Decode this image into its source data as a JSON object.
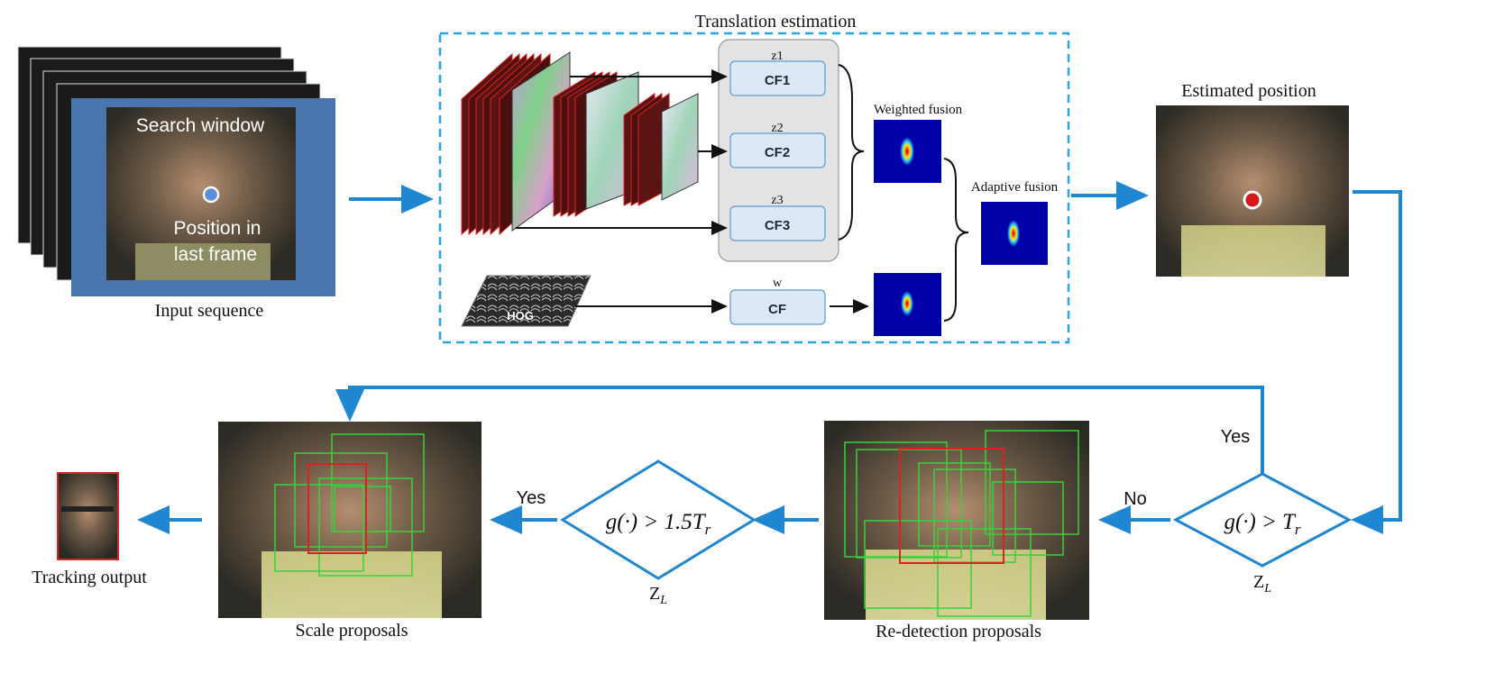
{
  "input": {
    "caption": "Input sequence",
    "search_window_label": "Search window",
    "position_label_line1": "Position in",
    "position_label_line2": "last frame"
  },
  "translation": {
    "title": "Translation estimation",
    "filters": [
      {
        "z": "z1",
        "label": "CF1"
      },
      {
        "z": "z2",
        "label": "CF2"
      },
      {
        "z": "z3",
        "label": "CF3"
      }
    ],
    "hog_label": "HOG",
    "hog_filter_z": "w",
    "hog_filter_label": "CF",
    "weighted_fusion_label": "Weighted fusion",
    "adaptive_fusion_label": "Adaptive fusion"
  },
  "estimated_caption": "Estimated position",
  "decision1": {
    "condition_left": "g(·) >",
    "condition_var": "T",
    "condition_sub": "r",
    "z_label": "Z",
    "z_sub": "L",
    "yes_label": "Yes",
    "no_label": "No"
  },
  "redetection_caption": "Re-detection proposals",
  "decision2": {
    "condition_left": "g(·) > 1.5",
    "condition_var": "T",
    "condition_sub": "r",
    "z_label": "Z",
    "z_sub": "L",
    "yes_label": "Yes"
  },
  "scale_caption": "Scale proposals",
  "output_caption": "Tracking output",
  "colors": {
    "arrow": "#1f86d1",
    "dashed_box": "#2aa3e0",
    "proposal_red": "#e02020",
    "proposal_green": "#39d13a",
    "filter_box_fill": "#dce9f5",
    "filter_box_stroke": "#5b9bd5"
  }
}
